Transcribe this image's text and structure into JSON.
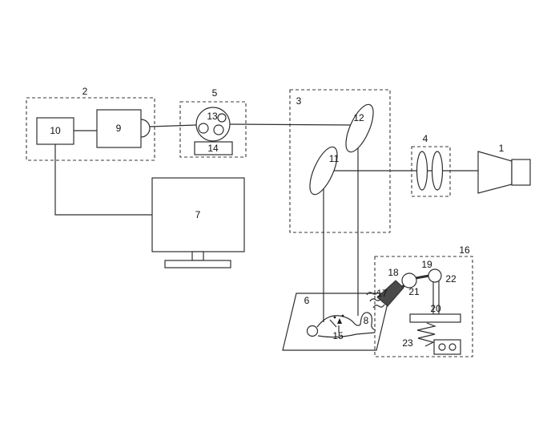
{
  "diagram": {
    "labels": {
      "r1": "1",
      "r2": "2",
      "r3": "3",
      "r4": "4",
      "r5": "5",
      "r6": "6",
      "r7": "7",
      "r8": "8",
      "r9": "9",
      "r10": "10",
      "r11": "11",
      "r12": "12",
      "r13": "13",
      "r14": "14",
      "r15": "15",
      "r16": "16",
      "r17": "17",
      "r18": "18",
      "r19": "19",
      "r20": "20",
      "r21": "21",
      "r22": "22",
      "r23": "23"
    }
  }
}
